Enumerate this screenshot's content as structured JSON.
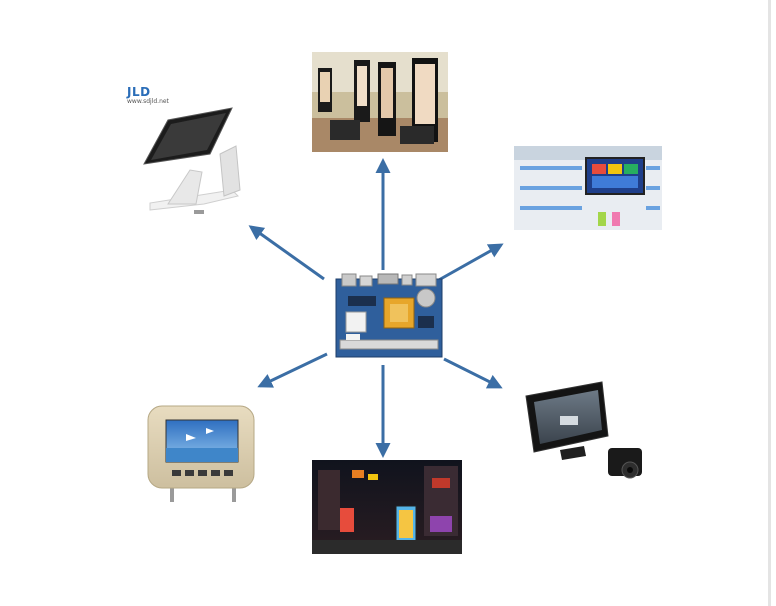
{
  "logo": {
    "mark": "JLD",
    "url": "www.sdjld.net"
  },
  "hub": {
    "name": "android-mainboard"
  },
  "devices": [
    {
      "name": "pos-terminal"
    },
    {
      "name": "floor-standing-signage"
    },
    {
      "name": "wall-display-shelf"
    },
    {
      "name": "headrest-monitor"
    },
    {
      "name": "street-signage"
    },
    {
      "name": "car-monitor-camera"
    }
  ],
  "colors": {
    "arrow": "#3b6ea5",
    "pcb": "#2f5f9c",
    "background": "#ffffff"
  }
}
